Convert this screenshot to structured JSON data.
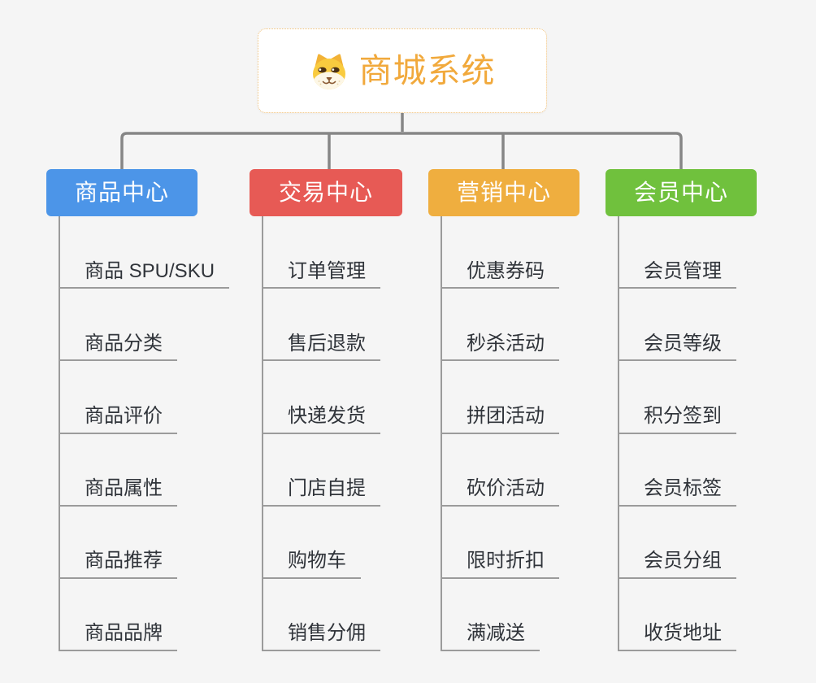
{
  "canvas": {
    "background_color": "#f5f5f5",
    "connector_color": "#868686",
    "underline_color": "#9b9b9b",
    "subtopic_text_color": "#30343a"
  },
  "root": {
    "title": "商城系统",
    "icon": "dog-face-icon",
    "text_color": "#f1a93c",
    "border_color": "#f1c27c",
    "background_color": "#ffffff"
  },
  "branches": [
    {
      "label": "商品中心",
      "color": "#4c95e8",
      "children": [
        "商品 SPU/SKU",
        "商品分类",
        "商品评价",
        "商品属性",
        "商品推荐",
        "商品品牌"
      ]
    },
    {
      "label": "交易中心",
      "color": "#e75a55",
      "children": [
        "订单管理",
        "售后退款",
        "快递发货",
        "门店自提",
        "购物车",
        "销售分佣"
      ]
    },
    {
      "label": "营销中心",
      "color": "#efae3f",
      "children": [
        "优惠券码",
        "秒杀活动",
        "拼团活动",
        "砍价活动",
        "限时折扣",
        "满减送"
      ]
    },
    {
      "label": "会员中心",
      "color": "#70c13d",
      "children": [
        "会员管理",
        "会员等级",
        "积分签到",
        "会员标签",
        "会员分组",
        "收货地址"
      ]
    }
  ]
}
